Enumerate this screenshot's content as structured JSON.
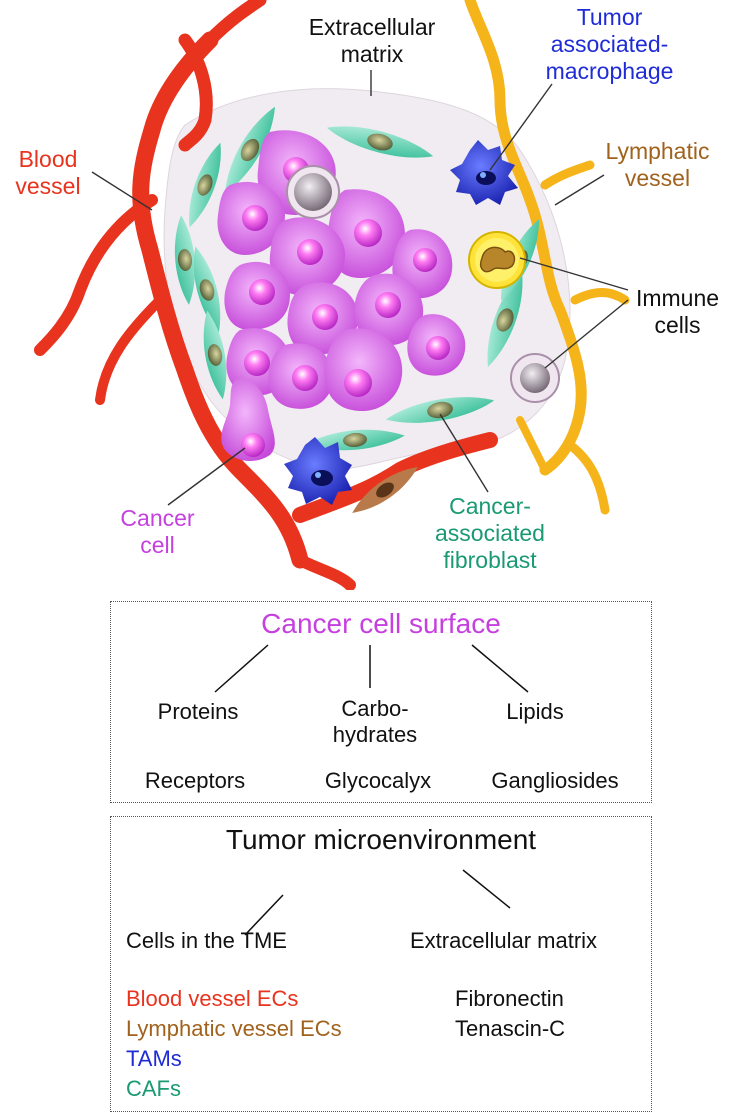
{
  "labels": {
    "extracellular_matrix": "Extracellular\nmatrix",
    "tam": "Tumor\nassociated-\nmacrophage",
    "blood_vessel": "Blood\nvessel",
    "lymphatic_vessel": "Lymphatic\nvessel",
    "immune_cells": "Immune\ncells",
    "cancer_cell": "Cancer\ncell",
    "caf": "Cancer-\nassociated\nfibroblast"
  },
  "colors": {
    "blood": "#e8331e",
    "lymph": "#f4b41a",
    "lymph_text": "#a0621c",
    "tam": "#1f2bd6",
    "cancer": "#c640e0",
    "caf": "#1a9a72",
    "text": "#111111"
  },
  "surface_box": {
    "title": "Cancer cell surface",
    "categories": [
      "Proteins",
      "Carbo-\nhydrates",
      "Lipids"
    ],
    "examples": [
      "Receptors",
      "Glycocalyx",
      "Gangliosides"
    ]
  },
  "tme_box": {
    "title": "Tumor microenvironment",
    "categories": [
      "Cells in the TME",
      "Extracellular matrix"
    ],
    "cells": [
      "Blood vessel ECs",
      "Lymphatic vessel ECs",
      "TAMs",
      "CAFs"
    ],
    "matrix": [
      "Fibronectin",
      "Tenascin-C"
    ]
  }
}
